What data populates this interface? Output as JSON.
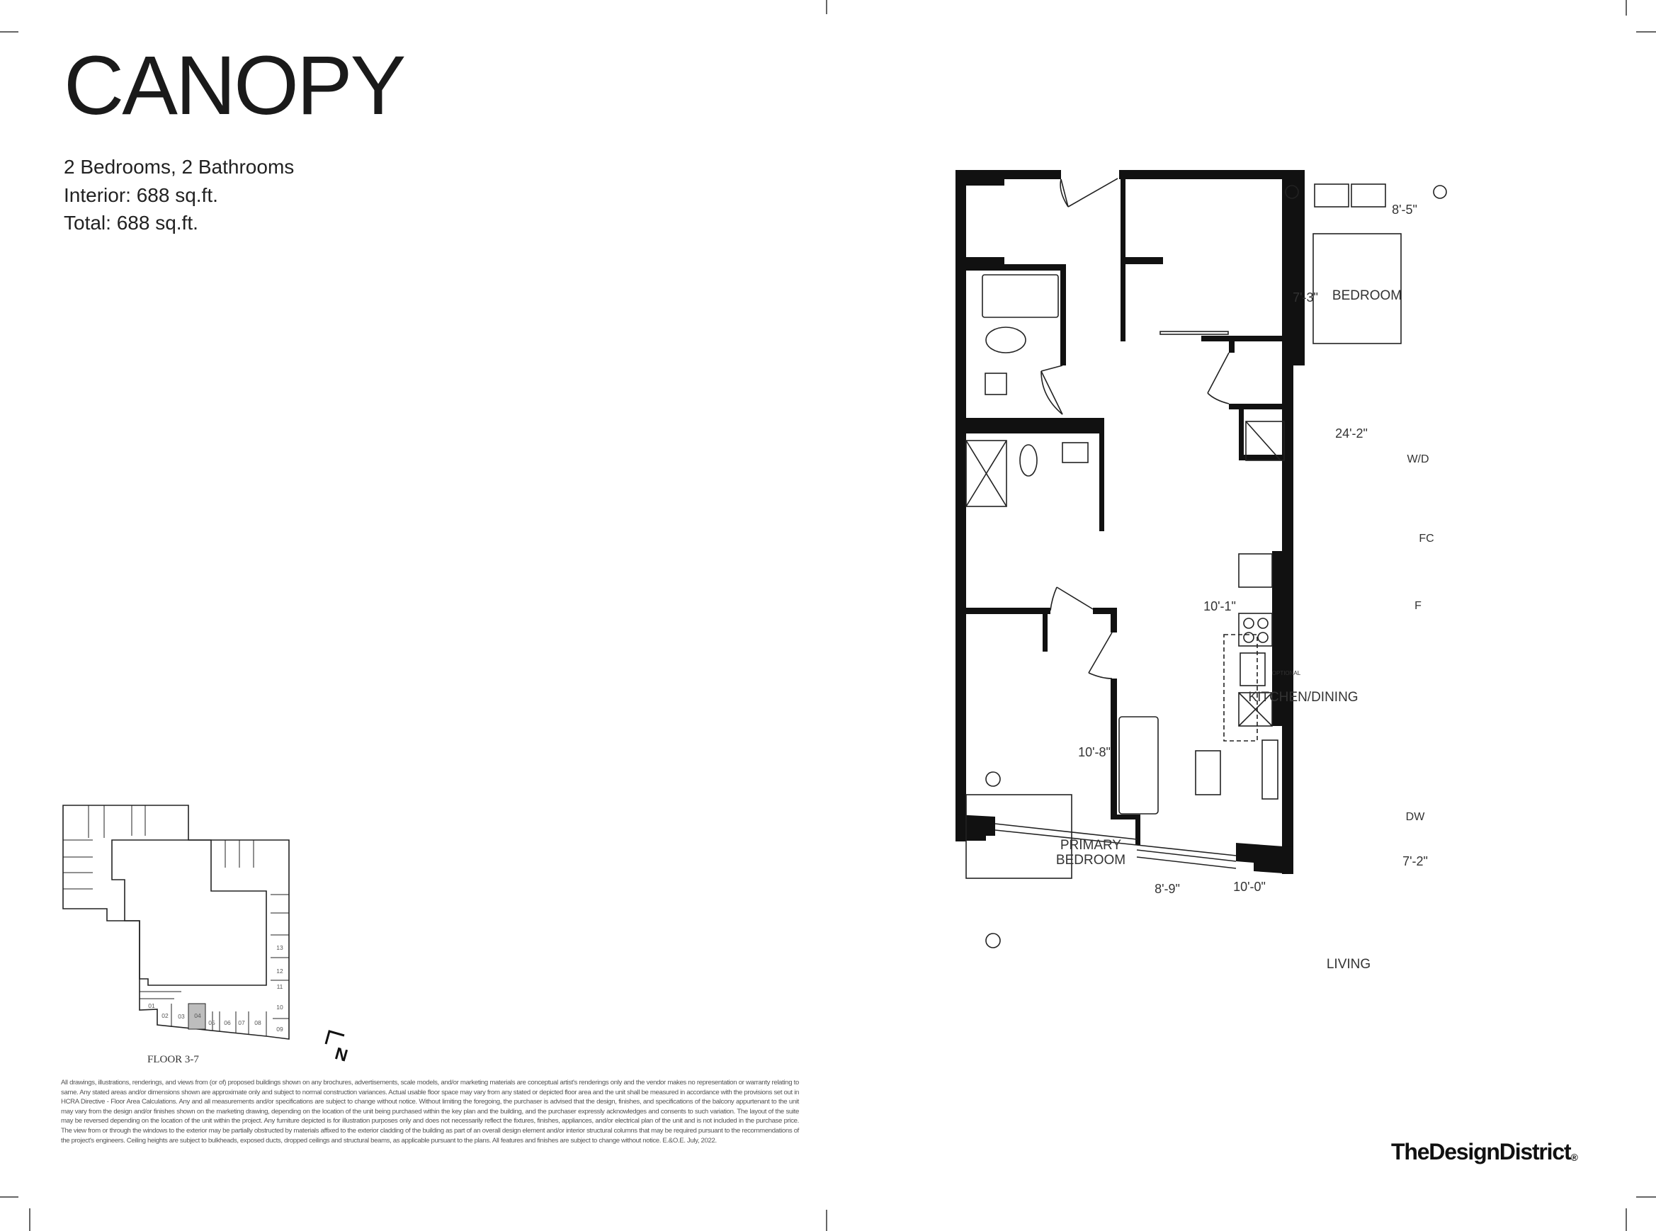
{
  "header": {
    "title": "CANOPY",
    "layout": "2 Bedrooms, 2 Bathrooms",
    "interior": "Interior: 688 sq.ft.",
    "total": "Total: 688 sq.ft."
  },
  "floorplan": {
    "rooms": {
      "bedroom": "BEDROOM",
      "primary_bedroom_line1": "PRIMARY",
      "primary_bedroom_line2": "BEDROOM",
      "kitchen_dining": "KITCHEN/DINING",
      "living": "LIVING"
    },
    "dimensions": {
      "bed_width": "8'-5\"",
      "bed_depth": "7'-3\"",
      "length_total": "24'-2\"",
      "kitchen_width": "10'-1\"",
      "primary_length": "10'-8\"",
      "primary_width": "8'-9\"",
      "living_length": "10'-0\"",
      "living_width": "7'-2\""
    },
    "appliances": {
      "washer_dryer": "W/D",
      "fan_coil": "FC",
      "fridge": "F",
      "dishwasher": "DW",
      "optional": "OPTIONAL"
    }
  },
  "keyplan": {
    "floor_label": "FLOOR 3-7",
    "units": [
      "01",
      "02",
      "03",
      "04",
      "05",
      "06",
      "07",
      "08",
      "09",
      "10",
      "11",
      "12",
      "13"
    ],
    "selected_unit": "04",
    "north_label": "N"
  },
  "disclaimer": "All drawings, illustrations, renderings, and views from (or of) proposed buildings shown on any brochures, advertisements, scale models, and/or marketing materials are conceptual artist's renderings only and the vendor makes no representation or warranty relating to same. Any stated areas and/or dimensions shown are approximate only and subject to normal construction variances. Actual usable floor space may vary from any stated or depicted floor area and the unit shall be measured in accordance with the provisions set out in HCRA Directive - Floor Area Calculations. Any and all measurements and/or specifications are subject to change without notice. Without limiting the foregoing, the purchaser is advised that the design, finishes, and specifications of the balcony appurtenant to the unit may vary from the design and/or finishes shown on the marketing drawing, depending on the location of the unit being purchased within the key plan and the building, and the purchaser expressly acknowledges and consents to such variation. The layout of the suite may be reversed depending on the location of the unit within the project. Any furniture depicted is for illustration purposes only and does not necessarily reflect the fixtures, finishes, appliances, and/or electrical plan of the unit and is not included in the purchase price. The view from or through the windows to the exterior may be partially obstructed by materials affixed to the exterior cladding of the building as part of an overall design element and/or interior structural columns that may be required pursuant to the recommendations of the project's engineers. Ceiling heights are subject to bulkheads, exposed ducts, dropped ceilings and structural beams, as applicable pursuant to the plans. All features and finishes are subject to change without notice. E.&O.E. July, 2022.",
  "brand": {
    "name": "TheDesignDistrict",
    "mark": "®"
  }
}
